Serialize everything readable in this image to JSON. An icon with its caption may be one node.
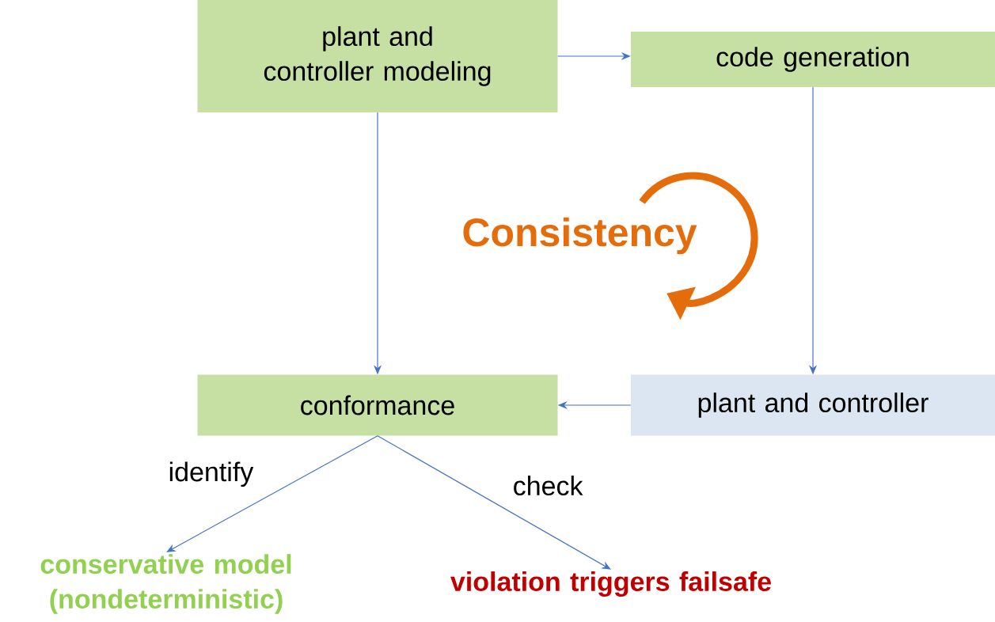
{
  "diagram": {
    "nodes": [
      {
        "text": [
          "plant and controller modeling"
        ]
      },
      {
        "text": [
          "code generation"
        ]
      },
      {
        "text": [
          "conformance"
        ]
      },
      {
        "text": [
          "plant and controller"
        ]
      },
      {
        "text": [
          "conservative model (nondeterministic)"
        ]
      },
      {
        "text": [
          "violation triggers failsafe"
        ]
      }
    ],
    "edges": [
      {
        "from": 0,
        "to": 1,
        "arrow": "to"
      },
      {
        "from": 1,
        "to": 3,
        "arrow": "to"
      },
      {
        "from": 0,
        "to": 2,
        "arrow": "to"
      },
      {
        "from": 3,
        "to": 2,
        "arrow": "to"
      },
      {
        "from": 2,
        "to": 4,
        "arrow": "to",
        "label": "identify"
      },
      {
        "from": 2,
        "to": 5,
        "arrow": "to",
        "label": "check"
      }
    ],
    "labels": [
      "Consistency"
    ]
  }
}
